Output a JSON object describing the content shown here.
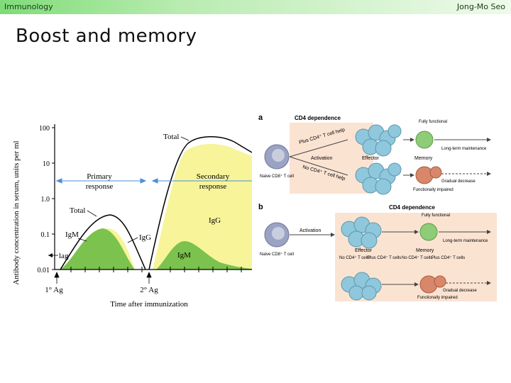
{
  "header": {
    "course": "Immunology",
    "author": "Jong-Mo Seo"
  },
  "slide": {
    "title": "Boost and memory"
  },
  "antibody_figure": {
    "y_axis_label": "Antibody concentration in serum, units per ml",
    "y_ticks": [
      "100",
      "10",
      "1.0",
      "0.1",
      "0.01"
    ],
    "x_axis_label": "Time after immunization",
    "primary_label": [
      "Primary",
      "response"
    ],
    "secondary_label": [
      "Secondary",
      "response"
    ],
    "total_primary": "Total",
    "total_secondary": "Total",
    "igm_primary": "IgM",
    "igg_primary": "IgG",
    "igg_secondary": "IgG",
    "igm_secondary": "IgM",
    "lag": "lag",
    "ag1": "1° Ag",
    "ag2": "2° Ag",
    "colors": {
      "igg": "#f7f49a",
      "igm": "#7cc24e",
      "curve": "#000000",
      "arrow": "#4a8fd4"
    }
  },
  "cd4_figure": {
    "panel_a": {
      "letter": "a",
      "heading": "CD4 dependence",
      "plus_help": "Plus CD4⁺ T cell help",
      "no_help": "No CD4⁺ T cell help",
      "activation": "Activation",
      "naive": "Naive CD8⁺ T cell",
      "effector": "Effector",
      "memory": "Memory",
      "fully_functional": "Fully functional",
      "long_term": "Long-term maintenance",
      "functionally_impaired": "Functionally impaired",
      "gradual_decrease": "Gradual decrease"
    },
    "panel_b": {
      "letter": "b",
      "heading": "CD4 dependence",
      "activation": "Activation",
      "naive": "Naive CD8⁺ T cell",
      "effector": "Effector",
      "memory": "Memory",
      "no_cd4": "No CD4⁺ T cells",
      "plus_cd4": "Plus CD4⁺ T cells",
      "no_cd4_2": "No CD4⁺ T cells",
      "plus_cd4_2": "Plus CD4⁺ T cells",
      "fully_functional": "Fully functional",
      "long_term": "Long-term maintenance",
      "functionally_impaired": "Functionally impaired",
      "gradual_decrease": "Gradual decrease"
    },
    "colors": {
      "panel_bg": "#fbe3d2",
      "cell_blue": "#8fc7dc",
      "cell_green": "#8fcc78",
      "cell_red": "#d9876a",
      "naive": "#9aa3c4"
    }
  }
}
